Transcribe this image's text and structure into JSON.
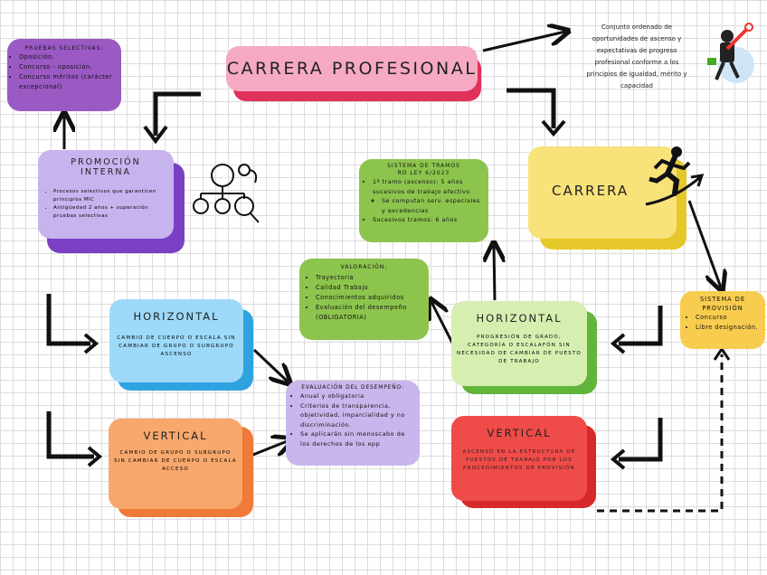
{
  "title": "CARRERA PROFESIONAL",
  "definition": "Conjunto ordenado de oportunidades de ascenso y expectativas de progreso profesional conforme a los principios de igualdad, mérito y capacidad",
  "pruebas": {
    "title": "PRUEBAS SELECTIVAS:",
    "items": [
      "Oposición.",
      "Concurso - oposición.",
      "Concurso méritos (carácter excepcional)"
    ]
  },
  "promocion": {
    "title": "PROMOCIÓN INTERNA",
    "items": [
      "Procesos selectivos que garanticen principios MIC",
      "Antigüedad 2 años + superación pruebas selectivas"
    ]
  },
  "sistema_tramos": {
    "title": "SISTEMA DE TRAMOS",
    "subtitle": "RD LEY 6/2023",
    "items": [
      "1º tramo (ascenso): 5 años sucesivos de trabajo efectivo",
      "Se computan serv. especiales y excedencias",
      "Sucesivos tramos: 6 años"
    ]
  },
  "carrera": "CARRERA",
  "valoracion": {
    "title": "VALORACIÓN:",
    "items": [
      "Trayectoria",
      "Calidad Trabajo",
      "Conocimientos adquiridos",
      "Evaluación del desempeño (OBLIGATORIA)"
    ]
  },
  "provision": {
    "title": "SISTEMA DE PROVISIÓN",
    "items": [
      "Concurso",
      "Libre designación."
    ]
  },
  "horizontal_left": {
    "title": "HORIZONTAL",
    "text": "CAMBIO DE CUERPO O ESCALA SIN CAMBIAR DE GRUPO O SUBGRUPO ASCENSO"
  },
  "horizontal_right": {
    "title": "HORIZONTAL",
    "text": "PROGRESIÓN DE GRADO, CATEGORÍA O ESCALAFÓN SIN NECESIDAD DE CAMBIAR DE PUESTO DE TRABAJO"
  },
  "evaluacion": {
    "title": "EVALUACIÓN DEL DESEMPEÑO:",
    "items": [
      "Anual y obligatoria",
      "Criterios de transparencia, objetividad, imparcialidad y no discriminación.",
      "Se aplicarán sin menoscabo de los derechos de los epp"
    ]
  },
  "vertical_left": {
    "title": "VERTICAL",
    "text": "CAMBIO DE GRUPO O SUBGRUPO SIN CAMBIAR DE CUERPO O ESCALA ACCESO"
  },
  "vertical_right": {
    "title": "VERTICAL",
    "text": "ASCENSO EN LA ESTRUCTURA DE PUESTOS DE TRABAJO POR LOS PROCEDIMIENTOS DE PROVISIÓN"
  },
  "colors": {
    "pink": "#f4a7bf",
    "purple": "#9b59b6",
    "lilac": "#c9b6ec",
    "green": "#8bc34a",
    "yellow": "#f7e27a",
    "blue": "#7fd0f5",
    "orange": "#f7a46b",
    "red": "#ef4a48"
  }
}
